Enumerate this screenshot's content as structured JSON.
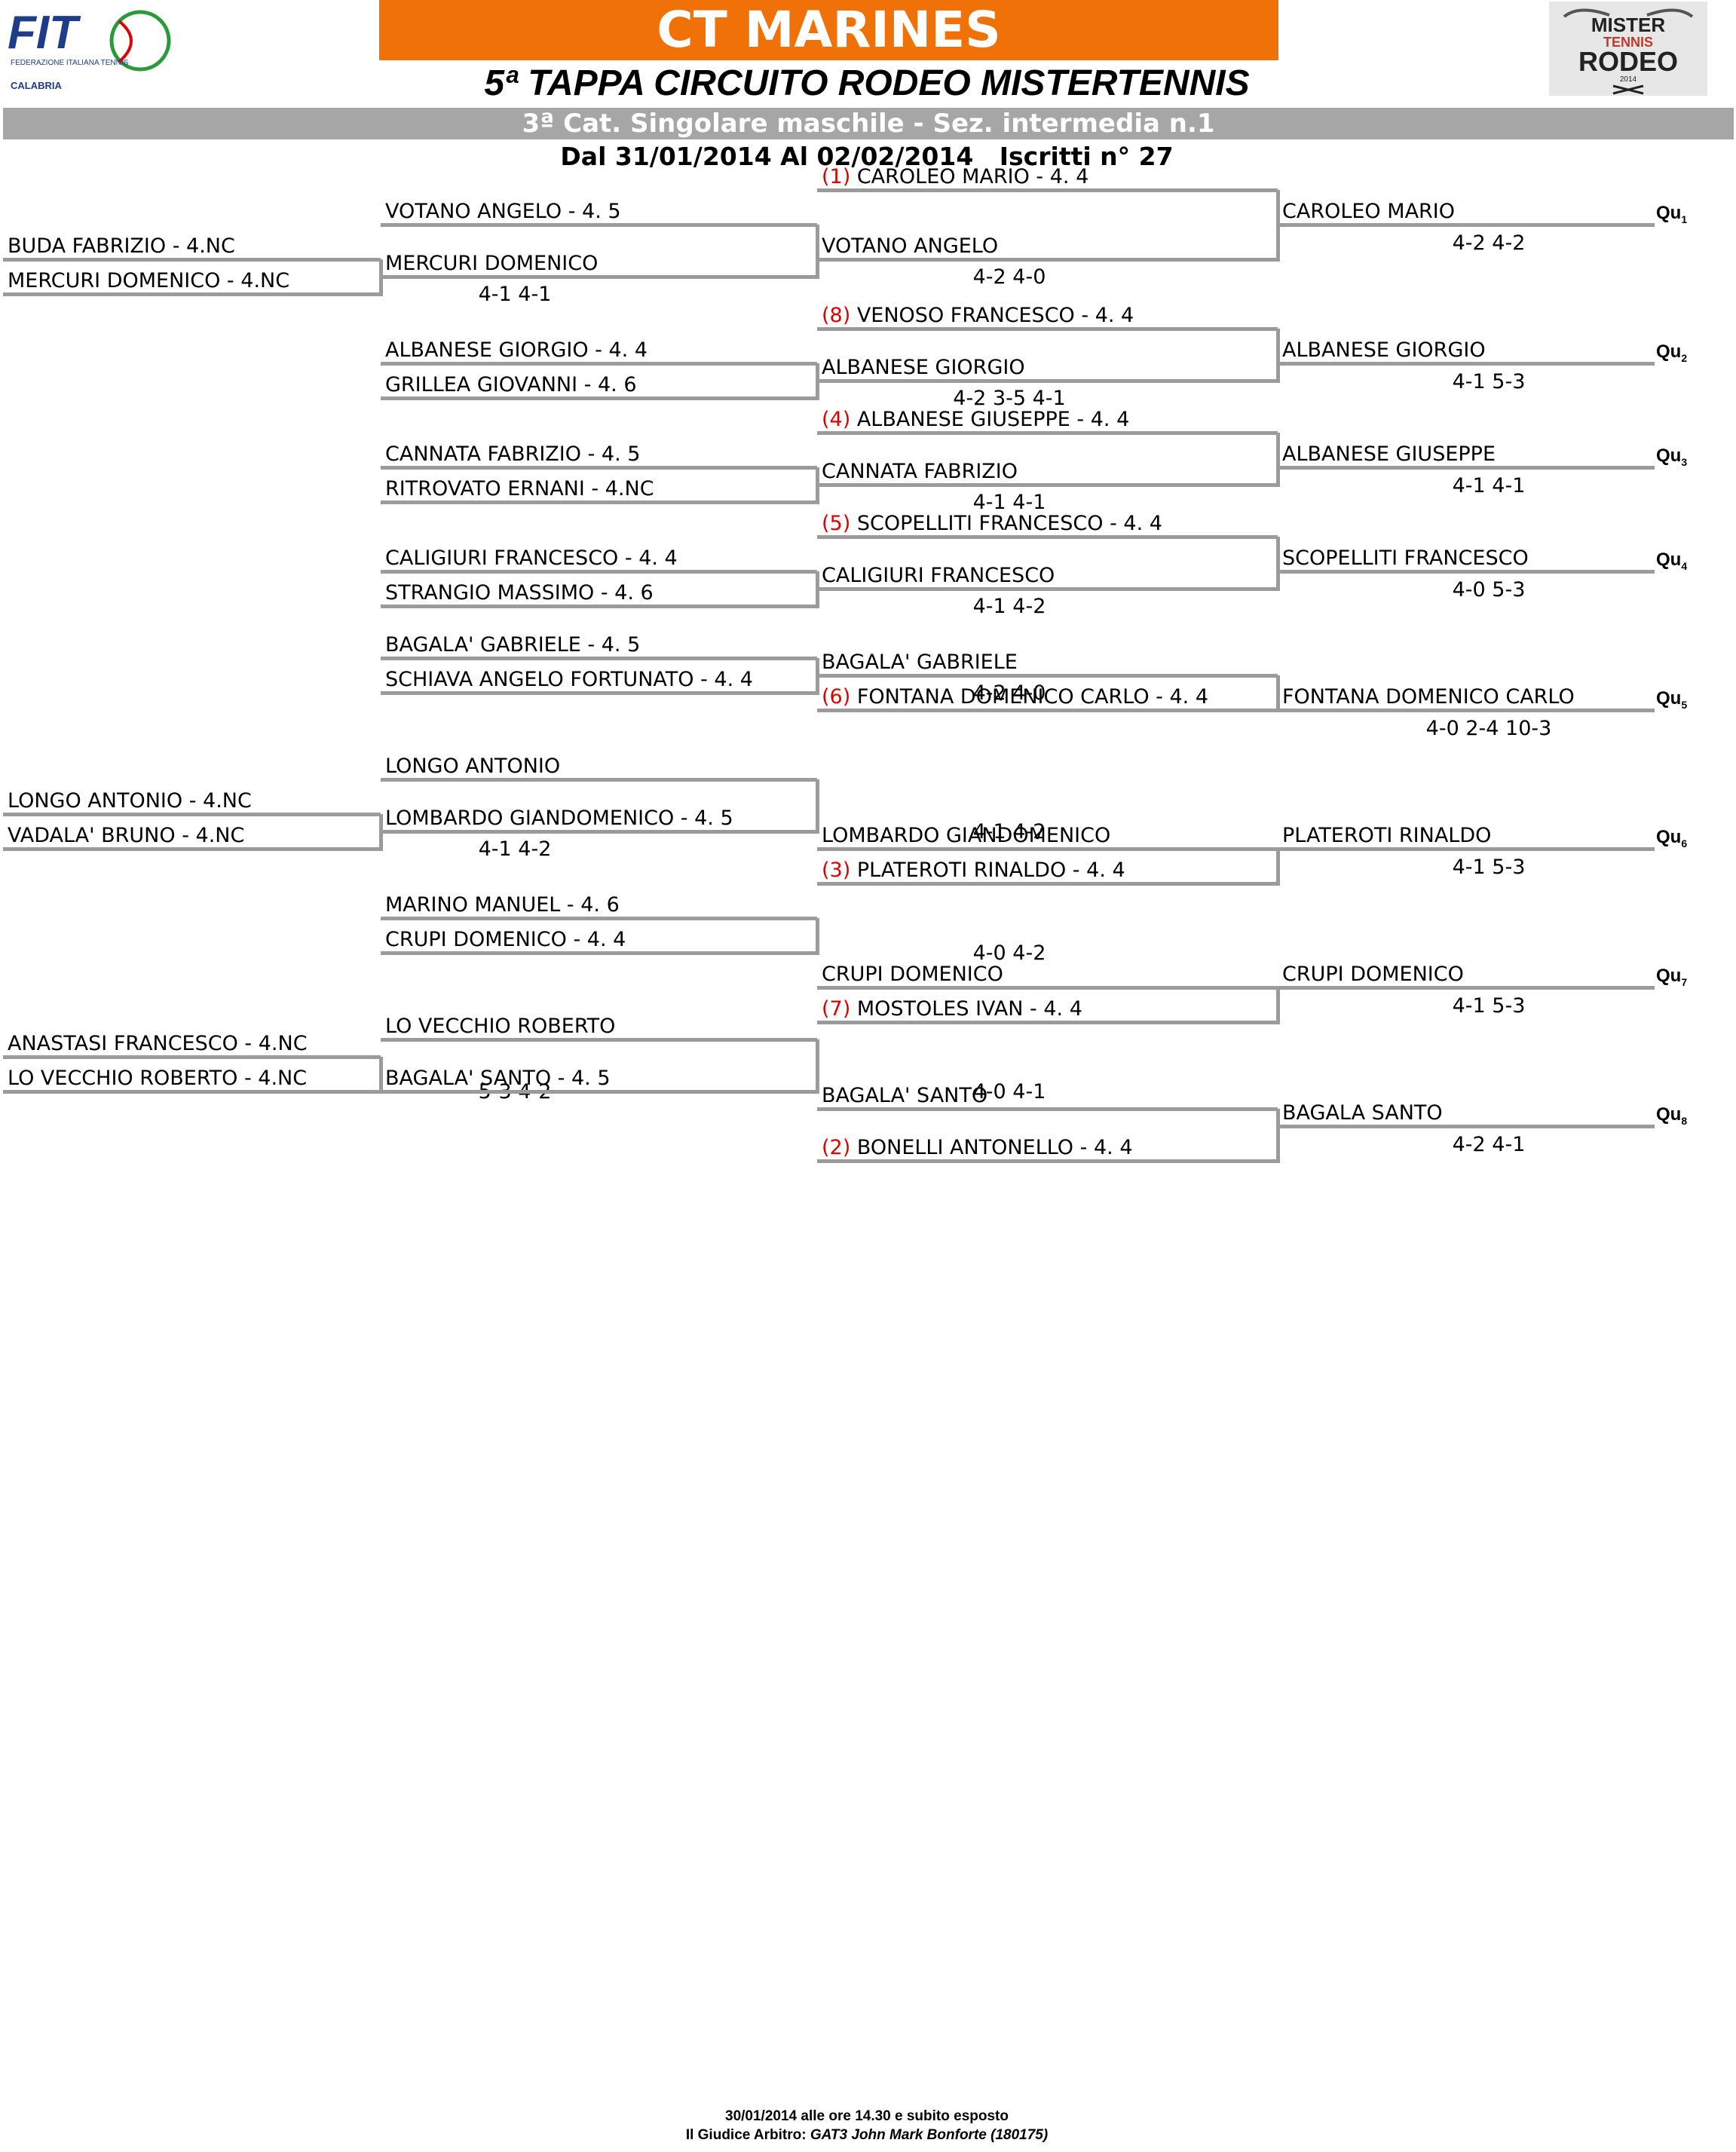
{
  "header": {
    "club_title": "CT MARINES",
    "event_title": "5ª TAPPA CIRCUITO RODEO MISTERTENNIS",
    "category": "3ª Cat. Singolare maschile - Sez. intermedia n.1",
    "dates_entries": "Dal 31/01/2014 Al 02/02/2014   Iscritti n° 27",
    "fit_logo_text": "FIT",
    "fit_logo_sub": "FEDERAZIONE ITALIANA TENNIS",
    "fit_region": "CALABRIA",
    "rodeo_logo_line1": "MISTER",
    "rodeo_logo_line2": "TENNIS",
    "rodeo_logo_line3": "RODEO",
    "rodeo_logo_year": "2014"
  },
  "draw": {
    "round1": [
      {
        "name": "BUDA FABRIZIO - 4.NC"
      },
      {
        "name": "MERCURI DOMENICO - 4.NC"
      },
      {
        "name": "LONGO ANTONIO - 4.NC"
      },
      {
        "name": "VADALA' BRUNO - 4.NC"
      },
      {
        "name": "ANASTASI FRANCESCO - 4.NC"
      },
      {
        "name": "LO VECCHIO ROBERTO - 4.NC"
      }
    ],
    "round1_scores": [
      "4-1 4-1",
      "4-1 4-2",
      "5-3 4-2"
    ],
    "round2": [
      {
        "name": "VOTANO ANGELO - 4. 5"
      },
      {
        "name": "MERCURI DOMENICO"
      },
      {
        "name": "ALBANESE GIORGIO - 4. 4"
      },
      {
        "name": "GRILLEA GIOVANNI - 4. 6"
      },
      {
        "name": "CANNATA FABRIZIO - 4. 5"
      },
      {
        "name": "RITROVATO ERNANI - 4.NC"
      },
      {
        "name": "CALIGIURI FRANCESCO - 4. 4"
      },
      {
        "name": "STRANGIO MASSIMO - 4. 6"
      },
      {
        "name": "BAGALA' GABRIELE - 4. 5"
      },
      {
        "name": "SCHIAVA ANGELO FORTUNATO - 4. 4"
      },
      {
        "name": "LONGO ANTONIO"
      },
      {
        "name": "LOMBARDO GIANDOMENICO - 4. 5"
      },
      {
        "name": "MARINO MANUEL - 4. 6"
      },
      {
        "name": "CRUPI DOMENICO - 4. 4"
      },
      {
        "name": "LO VECCHIO ROBERTO"
      },
      {
        "name": "BAGALA' SANTO - 4. 5"
      }
    ],
    "round2_scores": [
      "4-2 4-0",
      "4-2 3-5 4-1",
      "4-1 4-1",
      "4-1 4-2",
      "4-2 4-0",
      "4-1 4-2",
      "4-0 4-2",
      "4-0 4-1"
    ],
    "round3": [
      {
        "seed": "(1)",
        "name": " CAROLEO MARIO - 4. 4"
      },
      {
        "seed": "",
        "name": "VOTANO ANGELO"
      },
      {
        "seed": "(8)",
        "name": " VENOSO FRANCESCO - 4. 4"
      },
      {
        "seed": "",
        "name": "ALBANESE GIORGIO"
      },
      {
        "seed": "(4)",
        "name": " ALBANESE GIUSEPPE - 4. 4"
      },
      {
        "seed": "",
        "name": "CANNATA FABRIZIO"
      },
      {
        "seed": "(5)",
        "name": " SCOPELLITI FRANCESCO - 4. 4"
      },
      {
        "seed": "",
        "name": "CALIGIURI FRANCESCO"
      },
      {
        "seed": "",
        "name": "BAGALA' GABRIELE"
      },
      {
        "seed": "(6)",
        "name": " FONTANA DOMENICO CARLO - 4. 4"
      },
      {
        "seed": "",
        "name": "LOMBARDO GIANDOMENICO"
      },
      {
        "seed": "(3)",
        "name": " PLATEROTI RINALDO - 4. 4"
      },
      {
        "seed": "",
        "name": "CRUPI DOMENICO"
      },
      {
        "seed": "(7)",
        "name": " MOSTOLES IVAN - 4. 4"
      },
      {
        "seed": "",
        "name": "BAGALA' SANTO"
      },
      {
        "seed": "(2)",
        "name": " BONELLI ANTONELLO - 4. 4"
      }
    ],
    "qualifiers": [
      {
        "name": "CAROLEO MARIO",
        "score": "4-2 4-2",
        "label": "Qu",
        "num": "1"
      },
      {
        "name": "ALBANESE GIORGIO",
        "score": "4-1 5-3",
        "label": "Qu",
        "num": "2"
      },
      {
        "name": "ALBANESE GIUSEPPE",
        "score": "4-1 4-1",
        "label": "Qu",
        "num": "3"
      },
      {
        "name": "SCOPELLITI FRANCESCO",
        "score": "4-0 5-3",
        "label": "Qu",
        "num": "4"
      },
      {
        "name": "FONTANA DOMENICO CARLO",
        "score": "4-0 2-4 10-3",
        "label": "Qu",
        "num": "5"
      },
      {
        "name": "PLATEROTI RINALDO",
        "score": "4-1 5-3",
        "label": "Qu",
        "num": "6"
      },
      {
        "name": "CRUPI DOMENICO",
        "score": "4-1 5-3",
        "label": "Qu",
        "num": "7"
      },
      {
        "name": "BAGALA SANTO",
        "score": "4-2 4-1",
        "label": "Qu",
        "num": "8"
      }
    ]
  },
  "footer": {
    "publish_note": "30/01/2014 alle ore 14.30 e subito esposto",
    "referee_label": "Il Giudice Arbitro: ",
    "referee_name": "GAT3 John Mark Bonforte (180175)"
  },
  "colors": {
    "title_bar": "#f07108",
    "category_bar": "#a6a6a6",
    "bracket_lines": "#9b9b9b",
    "seed_numbers": "#e00000"
  }
}
